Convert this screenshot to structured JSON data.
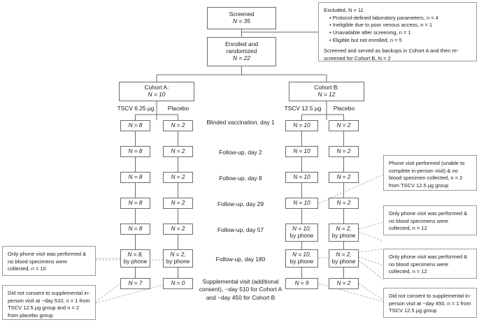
{
  "figure": {
    "type": "consort-flow-diagram",
    "title_text": ""
  },
  "nodes": {
    "screened": {
      "line1": "Screened",
      "line2": "N = 35"
    },
    "enrolled": {
      "line1": "Enrolled and",
      "line2": "randomized",
      "line3": "N = 22"
    },
    "cohort_a": {
      "line1": "Cohort A:",
      "line2": "N = 10"
    },
    "cohort_b": {
      "line1": "Cohort B:",
      "line2": "N = 12"
    }
  },
  "arm_labels": {
    "a_tscv": "TSCV 6.25 µg",
    "a_placebo": "Placebo",
    "b_tscv": "TSCV 12.5 µg",
    "b_placebo": "Placebo"
  },
  "stage_labels": [
    {
      "line1": "Blinded vaccination,",
      "line2": "day 1"
    },
    {
      "line1": "Follow-up, day 2",
      "line2": ""
    },
    {
      "line1": "Follow-up, day 8",
      "line2": ""
    },
    {
      "line1": "Follow-up, day 29",
      "line2": ""
    },
    {
      "line1": "Follow-up, day 57",
      "line2": ""
    },
    {
      "line1": "Follow-up, day 180",
      "line2": ""
    }
  ],
  "supplemental_label": {
    "line1": "Supplemental visit",
    "line2": "(additional consent),",
    "line3": "~day 510 for Cohort",
    "line4": "A and ~day 450 for",
    "line5": "Cohort B"
  },
  "counts": {
    "a_tscv": [
      {
        "l1": "N = 8",
        "l2": ""
      },
      {
        "l1": "N = 8",
        "l2": ""
      },
      {
        "l1": "N = 8",
        "l2": ""
      },
      {
        "l1": "N = 8",
        "l2": ""
      },
      {
        "l1": "N = 8",
        "l2": ""
      },
      {
        "l1": "N = 8,",
        "l2": "by phone"
      },
      {
        "l1": "N = 7",
        "l2": ""
      }
    ],
    "a_placebo": [
      {
        "l1": "N = 2",
        "l2": ""
      },
      {
        "l1": "N = 2",
        "l2": ""
      },
      {
        "l1": "N = 2",
        "l2": ""
      },
      {
        "l1": "N = 2",
        "l2": ""
      },
      {
        "l1": "N = 2",
        "l2": ""
      },
      {
        "l1": "N = 2,",
        "l2": "by phone"
      },
      {
        "l1": "N = 0",
        "l2": ""
      }
    ],
    "b_tscv": [
      {
        "l1": "N = 10",
        "l2": ""
      },
      {
        "l1": "N = 10",
        "l2": ""
      },
      {
        "l1": "N = 10",
        "l2": ""
      },
      {
        "l1": "N = 10",
        "l2": ""
      },
      {
        "l1": "N = 10,",
        "l2": "by phone"
      },
      {
        "l1": "N = 10,",
        "l2": "by phone"
      },
      {
        "l1": "N = 9",
        "l2": ""
      }
    ],
    "b_placebo": [
      {
        "l1": "N = 2",
        "l2": ""
      },
      {
        "l1": "N = 2",
        "l2": ""
      },
      {
        "l1": "N = 2",
        "l2": ""
      },
      {
        "l1": "N = 2",
        "l2": ""
      },
      {
        "l1": "N = 2,",
        "l2": "by phone"
      },
      {
        "l1": "N = 2,",
        "l2": "by phone"
      },
      {
        "l1": "N = 2",
        "l2": ""
      }
    ]
  },
  "notes": {
    "excluded": {
      "head": "Excluded, N = 11",
      "bullets": [
        "Protocol-defined laboratory parameters, n = 4",
        "Ineligible due to poor venous access, n = 1",
        "Unavailable after screening, n = 1",
        "Eligible but not enrolled, n = 5"
      ],
      "footer": "Screened and served as backups in Cohort A and then re-screened for Cohort B, N = 2"
    },
    "right_phone_day29": "Phone visit performed (unable to complete in-person visit) & no blood specimen collected, n = 2 from TSCV 12.5 µg group",
    "right_phone_day57": "Only phone visit was performed & no blood specimens were collected, n = 12",
    "right_phone_day180": "Only phone visit was performed & no blood specimens were collected, n = 12",
    "right_no_consent": "Did not consent to supplemental in-person visit at ~day 450, n = 1 from TSCV 12.5 µg group",
    "left_phone_day180": "Only phone visit was performed & no blood specimens were collected, n = 10",
    "left_no_consent": "Did not consent to supplemental in-person visit at ~day 510, n = 1 from TSCV 12.5 µg group  and n = 2 from placebo group"
  },
  "colors": {
    "box_border": "#6b6b6b",
    "note_border": "#9a9a9a",
    "text": "#1a1a1a",
    "background": "#ffffff"
  }
}
